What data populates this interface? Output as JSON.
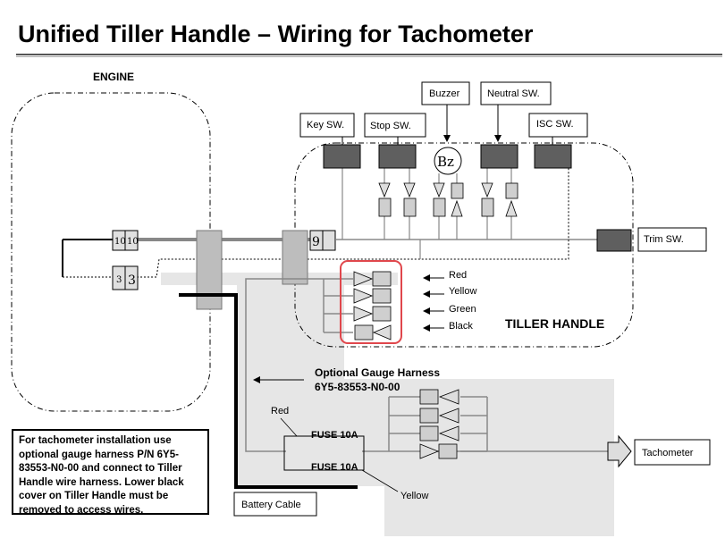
{
  "title": "Unified Tiller Handle – Wiring for Tachometer",
  "labels": {
    "engine": "ENGINE",
    "tiller_handle": "TILLER HANDLE",
    "key_sw": "Key SW.",
    "stop_sw": "Stop SW.",
    "buzzer": "Buzzer",
    "neutral_sw": "Neutral SW.",
    "isc_sw": "ISC SW.",
    "trim_sw": "Trim SW.",
    "bz": "Bz",
    "tachometer": "Tachometer",
    "battery_cable": "Battery Cable",
    "harness_title": "Optional Gauge Harness",
    "harness_pn": "6Y5-83553-N0-00",
    "fuse_top": "FUSE 10A",
    "fuse_bottom": "FUSE 10A",
    "red_fuse": "Red",
    "yellow_fuse": "Yellow"
  },
  "connectors": {
    "c10a": "10",
    "c10b": "10",
    "c3a": "3",
    "c3b": "3",
    "c9": "9"
  },
  "wire_colors": [
    "Red",
    "Yellow",
    "Green",
    "Black"
  ],
  "note": "For tachometer installation use optional gauge harness P/N 6Y5-83553-N0-00 and connect to Tiller Handle wire harness. Lower black cover on Tiller Handle must be removed to access wires.",
  "colors": {
    "highlight": "#e0474c",
    "switch_fill": "#5f5f5f",
    "harness_shade": "#e6e6e6",
    "connector_fill": "#cfcfcf"
  }
}
